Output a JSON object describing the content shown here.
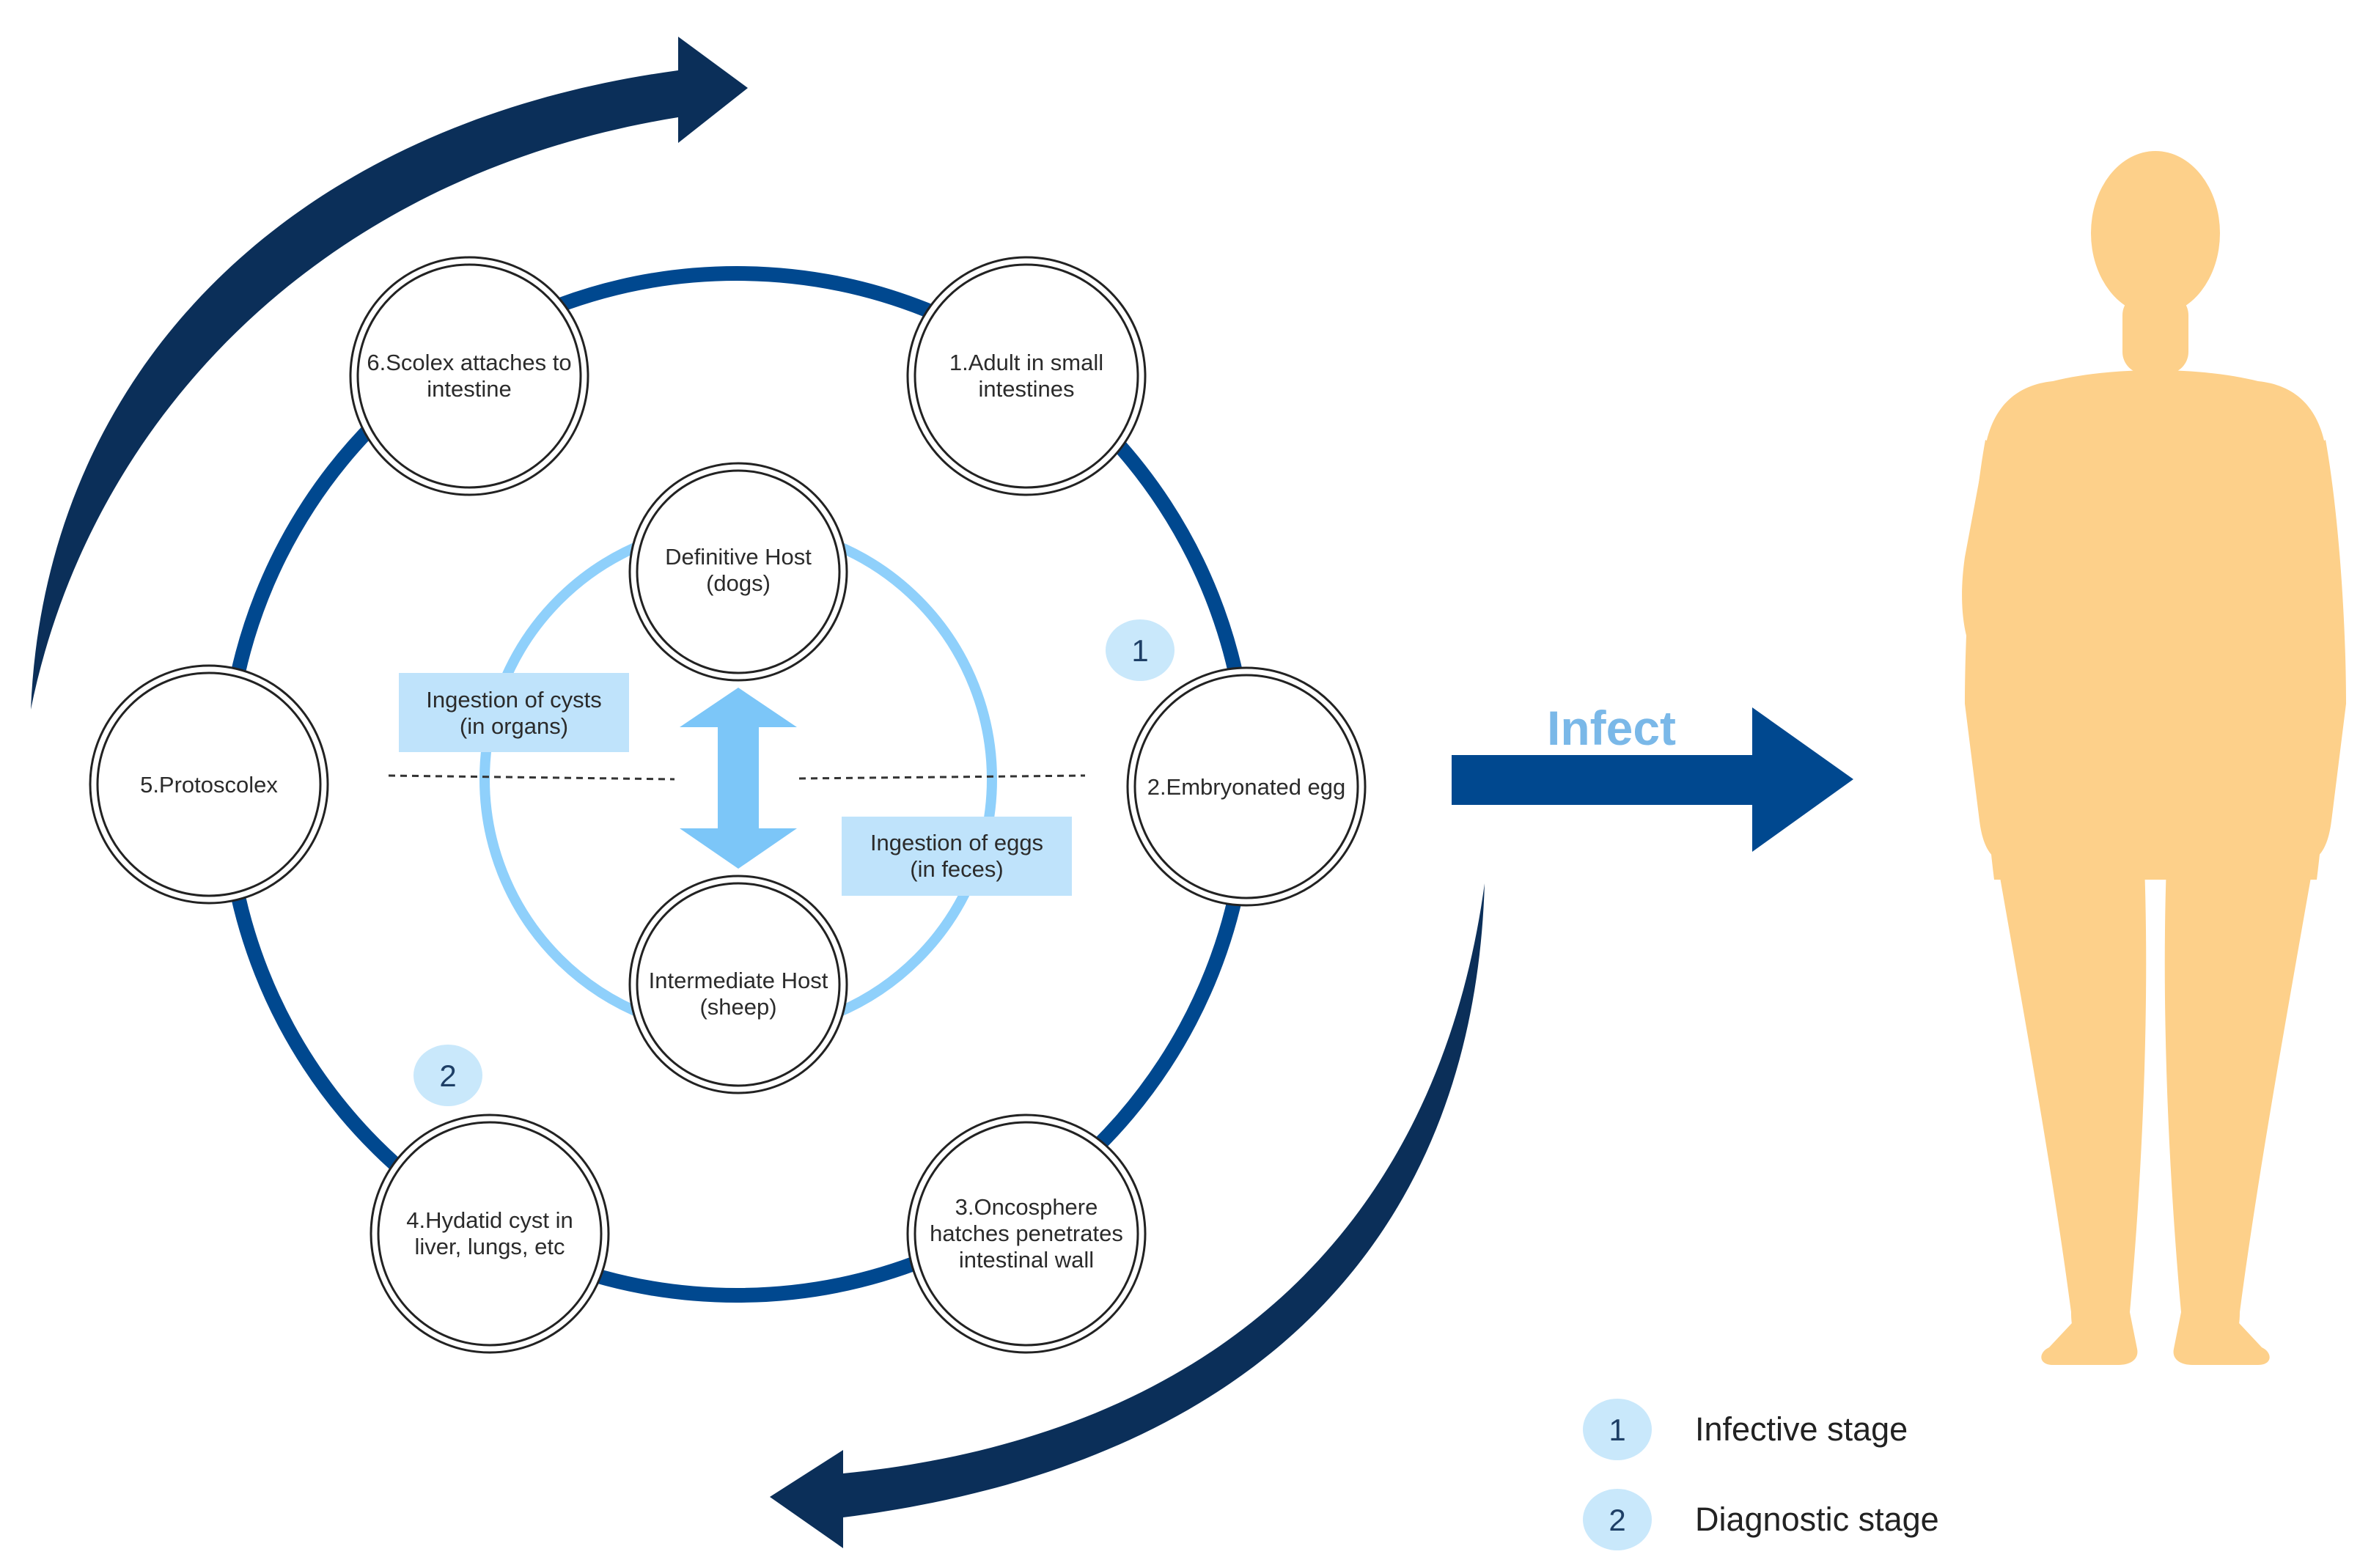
{
  "colors": {
    "outer_ring": "#00488f",
    "curved_arrow": "#0b2f59",
    "inner_ring": "#8fd0fb",
    "label_box": "#bfe3fb",
    "double_arrow": "#7cc6f8",
    "badge": "#c9e8fb",
    "infect_arrow": "#00488f",
    "infect_text": "#7ab8e8",
    "human": "#fdd08a"
  },
  "icons": {
    "human": "human-silhouette-icon",
    "double_arrow": "double-headed-vertical-arrow-icon",
    "infect_arrow": "right-arrow-icon"
  },
  "stages": {
    "s1": {
      "line1": "1.Adult in small",
      "line2": "intestines"
    },
    "s2": {
      "line1": "2.Embryonated egg"
    },
    "s3": {
      "line1": "3.Oncosphere",
      "line2": "hatches penetrates",
      "line3": "intestinal wall"
    },
    "s4": {
      "line1": "4.Hydatid cyst in",
      "line2": "liver, lungs, etc"
    },
    "s5": {
      "line1": "5.Protoscolex"
    },
    "s6": {
      "line1": "6.Scolex attaches to",
      "line2": "intestine"
    }
  },
  "hosts": {
    "definitive": {
      "line1": "Definitive Host",
      "line2": "(dogs)"
    },
    "intermediate": {
      "line1": "Intermediate Host",
      "line2": "(sheep)"
    }
  },
  "boxes": {
    "cysts": {
      "line1": "Ingestion of cysts",
      "line2": "(in organs)"
    },
    "eggs": {
      "line1": "Ingestion of eggs",
      "line2": "(in feces)"
    }
  },
  "badges": {
    "b1": "1",
    "b2": "2"
  },
  "infect_label": "Infect",
  "legend": {
    "items": [
      {
        "number": "1",
        "label": "Infective stage"
      },
      {
        "number": "2",
        "label": "Diagnostic stage"
      }
    ]
  }
}
